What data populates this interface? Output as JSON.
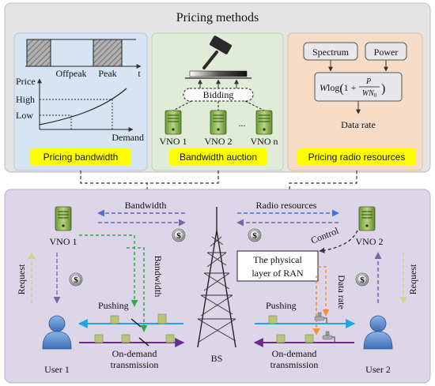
{
  "top": {
    "title": "Pricing methods",
    "panel1": {
      "label": "Pricing bandwidth",
      "ticks_x": [
        "Offpeak",
        "Peak",
        "t"
      ],
      "y_axis_label": "Price",
      "levels": [
        "High",
        "Low"
      ],
      "x_axis_label": "Demand"
    },
    "panel2": {
      "label": "Bandwidth auction",
      "bidding": "Bidding",
      "vnos": [
        "VNO 1",
        "VNO 2",
        "...",
        "VNO n"
      ]
    },
    "panel3": {
      "label": "Pricing radio resources",
      "spectrum": "Spectrum",
      "power": "Power",
      "formula": "Wlog(1 + P / WN0)",
      "data_rate": "Data rate"
    }
  },
  "bottom": {
    "bandwidth_arrow": "Bandwidth",
    "radio_resources_arrow": "Radio resources",
    "vno1": "VNO 1",
    "vno2": "VNO 2",
    "control": "Control",
    "phys_layer": [
      "The physical",
      "layer of RAN"
    ],
    "request_left": "Request",
    "request_right": "Request",
    "bandwidth_vertical": "Bandwidth",
    "data_rate_vertical": "Data rate",
    "pushing_left": "Pushing",
    "pushing_right": "Pushing",
    "ondemand_left": [
      "On-demand",
      "transmission"
    ],
    "ondemand_right": [
      "On-demand",
      "transmission"
    ],
    "bs": "BS",
    "user1": "User 1",
    "user2": "User 2",
    "dollar": "$"
  },
  "colors": {
    "top_bg": "#e4e4e4",
    "bottom_bg": "#dcd6e8",
    "panel1_bg": "#d7e4f1",
    "panel2_bg": "#e0ebd8",
    "panel3_bg": "#f7dcc8",
    "label_bg": "#ffff00",
    "purple_arrow": "#7b63a8",
    "blue_dashed": "#4a6fd6",
    "green_dashed": "#2ea84a",
    "orange_dashed": "#f0913b",
    "cyan_line": "#1ea6e0",
    "purple_line": "#6b2a8e",
    "user": "#5b86c7",
    "server": "#8ab450"
  }
}
